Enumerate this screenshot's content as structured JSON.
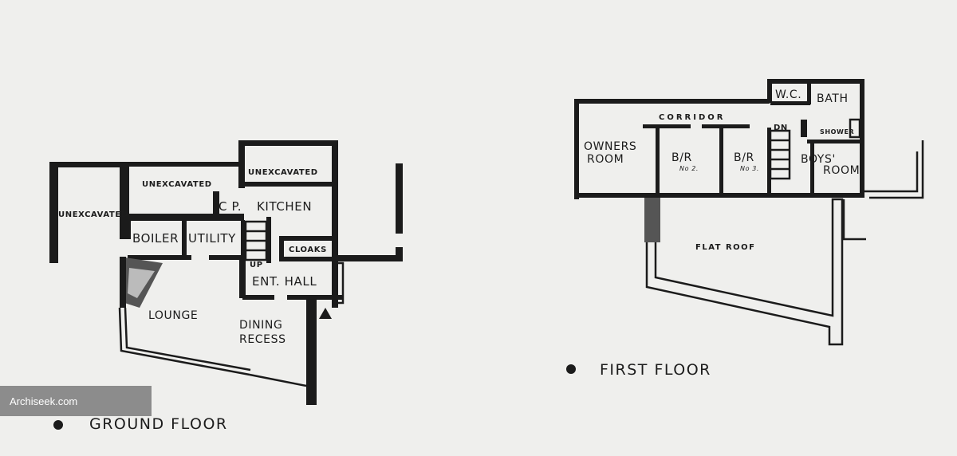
{
  "ground_floor": {
    "caption": "GROUND FLOOR",
    "rooms": {
      "unexcavated_left": "UNEXCAVATED",
      "unexcavated_mid": "UNEXCAVATED",
      "unexcavated_right": "UNEXCAVATED",
      "cp": "C P.",
      "kitchen": "KITCHEN",
      "boiler": "BOILER",
      "utility": "UTILITY",
      "cloaks": "CLOAKS",
      "up": "UP",
      "ent_hall": "ENT. HALL",
      "lounge": "LOUNGE",
      "dining": "DINING",
      "recess": "RECESS"
    }
  },
  "first_floor": {
    "caption": "FIRST FLOOR",
    "rooms": {
      "wc": "W.C.",
      "bath": "BATH",
      "corridor": "CORRIDOR",
      "dn": "DN",
      "shower": "SHOWER",
      "owners_1": "OWNERS",
      "owners_2": "ROOM",
      "br2": "B/R",
      "br2_no": "No 2.",
      "br3": "B/R",
      "br3_no": "No 3.",
      "boys_1": "BOYS'",
      "boys_2": "ROOM",
      "flat_roof": "FLAT ROOF"
    }
  },
  "watermark": "Archiseek.com"
}
